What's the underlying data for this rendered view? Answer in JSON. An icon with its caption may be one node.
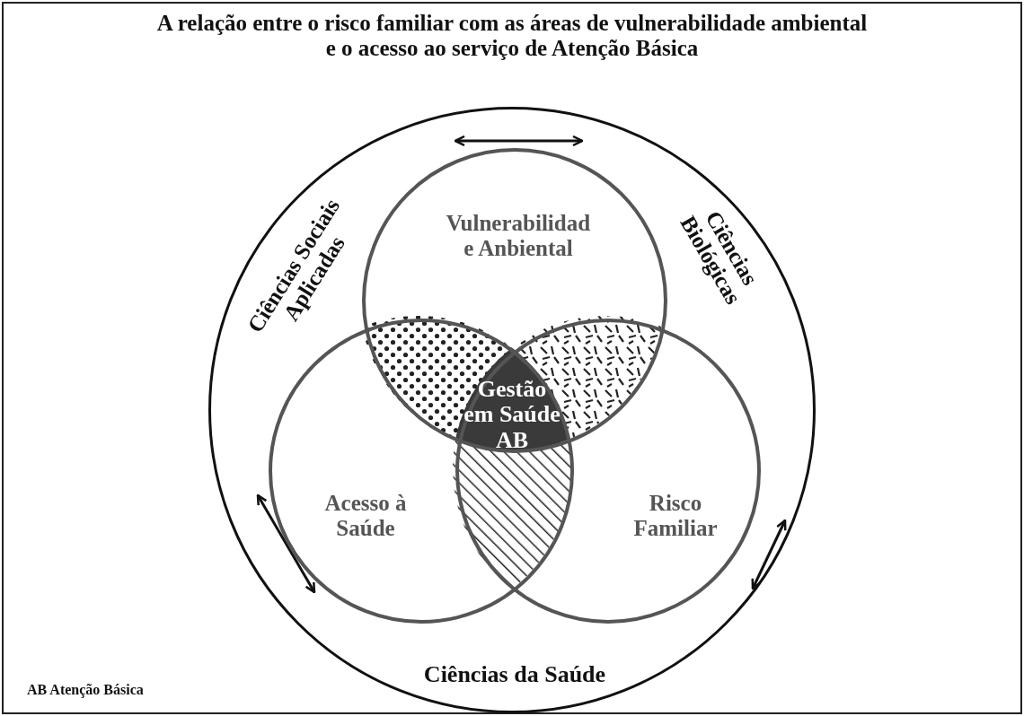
{
  "diagram": {
    "title": "A relação entre o risco familiar com as áreas de vulnerabilidade ambiental e o acesso ao serviço de Atenção Básica",
    "nodes": [
      {
        "text": [],
        "shape": "circle"
      },
      {
        "text": [
          "Ciências Sociais Aplicadas"
        ],
        "in": 0
      },
      {
        "text": [
          "Ciências Biológicas"
        ],
        "in": 0
      },
      {
        "text": [
          "Ciências da Saúde"
        ],
        "in": 0
      },
      {
        "text": [
          "Vulnerabilidad e Anbiental"
        ],
        "in": 0
      },
      {
        "text": [
          "Acesso à Saúde"
        ],
        "in": 0
      },
      {
        "text": [
          "Risco Familiar"
        ],
        "in": 0
      },
      {
        "text": [
          "Gestão em Saúde AB"
        ]
      }
    ],
    "labels": [
      "AB Atenção Básica"
    ]
  }
}
